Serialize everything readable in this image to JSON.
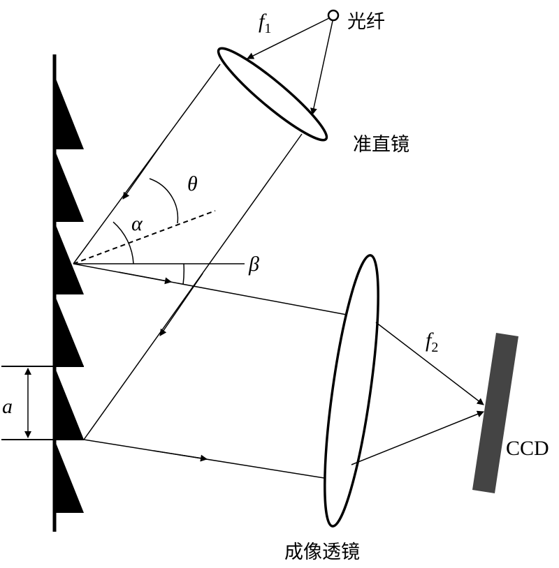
{
  "labels": {
    "fiber": "光纤",
    "collimator": "准直镜",
    "imaging_lens": "成像透镜",
    "ccd": "CCD",
    "f1_main": "f",
    "f1_sub": "1",
    "f2_main": "f",
    "f2_sub": "2",
    "theta": "θ",
    "alpha": "α",
    "beta": "β",
    "a": "a"
  },
  "colors": {
    "line": "#000000",
    "ccd_fill": "#444444"
  }
}
